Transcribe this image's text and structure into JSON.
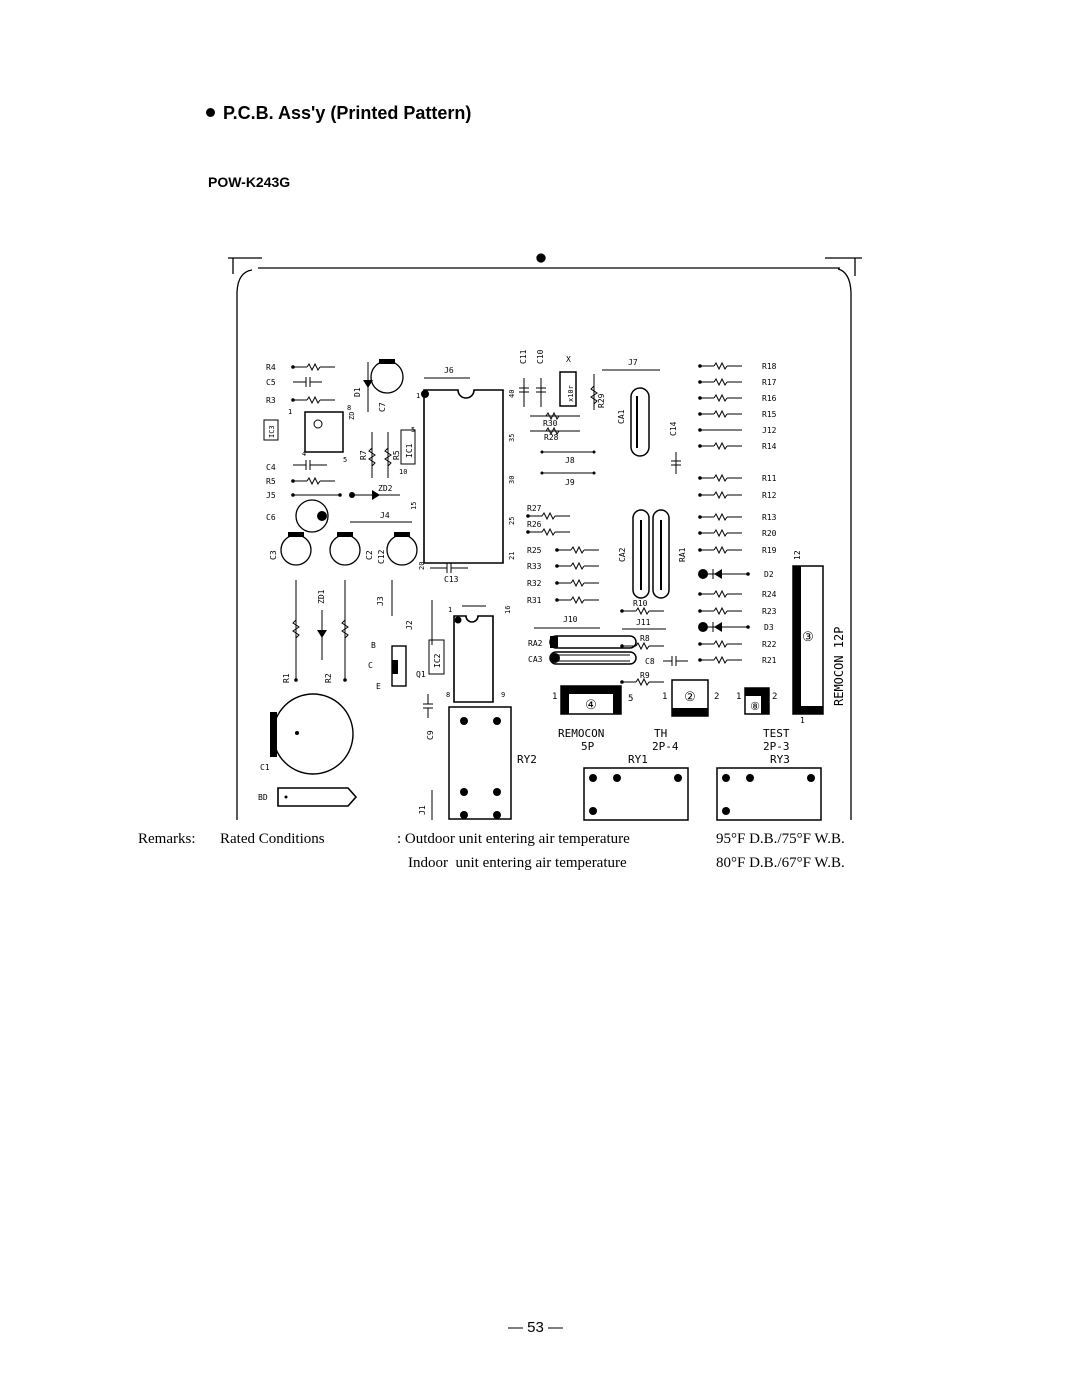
{
  "title": "P.C.B. Ass'y (Printed Pattern)",
  "model": "POW-K243G",
  "labels": {
    "R4": "R4",
    "C5": "C5",
    "R3": "R3",
    "C4": "C4",
    "R5": "R5",
    "J5": "J5",
    "C6": "C6",
    "C3": "C3",
    "C2": "C2",
    "C12": "C12",
    "ZD1": "ZD1",
    "R1": "R1",
    "R2": "R2",
    "C1": "C1",
    "BD": "BD",
    "D1": "D1",
    "C7": "C7",
    "R7": "R7",
    "IC1": "IC1",
    "IC3": "IC3",
    "ZD2": "ZD2",
    "J4": "J4",
    "J6": "J6",
    "J3": "J3",
    "J2": "J2",
    "IC2": "IC2",
    "Q1": "Q1",
    "B": "B",
    "C": "C",
    "E": "E",
    "C13": "C13",
    "C9": "C9",
    "J1": "J1",
    "C11": "C11",
    "C10": "C10",
    "X": "X",
    "R29": "R29",
    "R30": "R30",
    "R28": "R28",
    "J8": "J8",
    "J9": "J9",
    "R27": "R27",
    "R26": "R26",
    "R25": "R25",
    "R33": "R33",
    "R32": "R32",
    "R31": "R31",
    "J10": "J10",
    "RA2": "RA2",
    "CA3": "CA3",
    "J7": "J7",
    "CA1": "CA1",
    "C14": "C14",
    "CA2": "CA2",
    "RA1": "RA1",
    "R10": "R10",
    "J11": "J11",
    "R8": "R8",
    "C8": "C8",
    "R9": "R9",
    "R18": "R18",
    "R17": "R17",
    "R16": "R16",
    "R15": "R15",
    "J12": "J12",
    "R14": "R14",
    "R11": "R11",
    "R12": "R12",
    "R13": "R13",
    "R20": "R20",
    "R19": "R19",
    "D2": "D2",
    "R24": "R24",
    "R23": "R23",
    "D3": "D3",
    "R22": "R22",
    "R21": "R21",
    "RY1": "RY1",
    "RY2": "RY2",
    "RY3": "RY3",
    "remocon_5p_1": "REMOCON",
    "remocon_5p_2": "5P",
    "th_1": "TH",
    "th_2": "2P-4",
    "test_1": "TEST",
    "test_2": "2P-3",
    "remocon_12p": "REMOCON 12P",
    "circ4": "④",
    "circ2": "②",
    "circ8": "⑧",
    "circ3": "③"
  },
  "remarks": {
    "label": "Remarks:",
    "rated": "Rated Conditions",
    "outdoor": ": Outdoor unit entering air temperature",
    "outdoor_value": "95°F D.B./75°F W.B.",
    "indoor": "Indoor  unit entering air temperature",
    "indoor_value": "80°F D.B./67°F W.B."
  },
  "page_number": "— 53 —"
}
